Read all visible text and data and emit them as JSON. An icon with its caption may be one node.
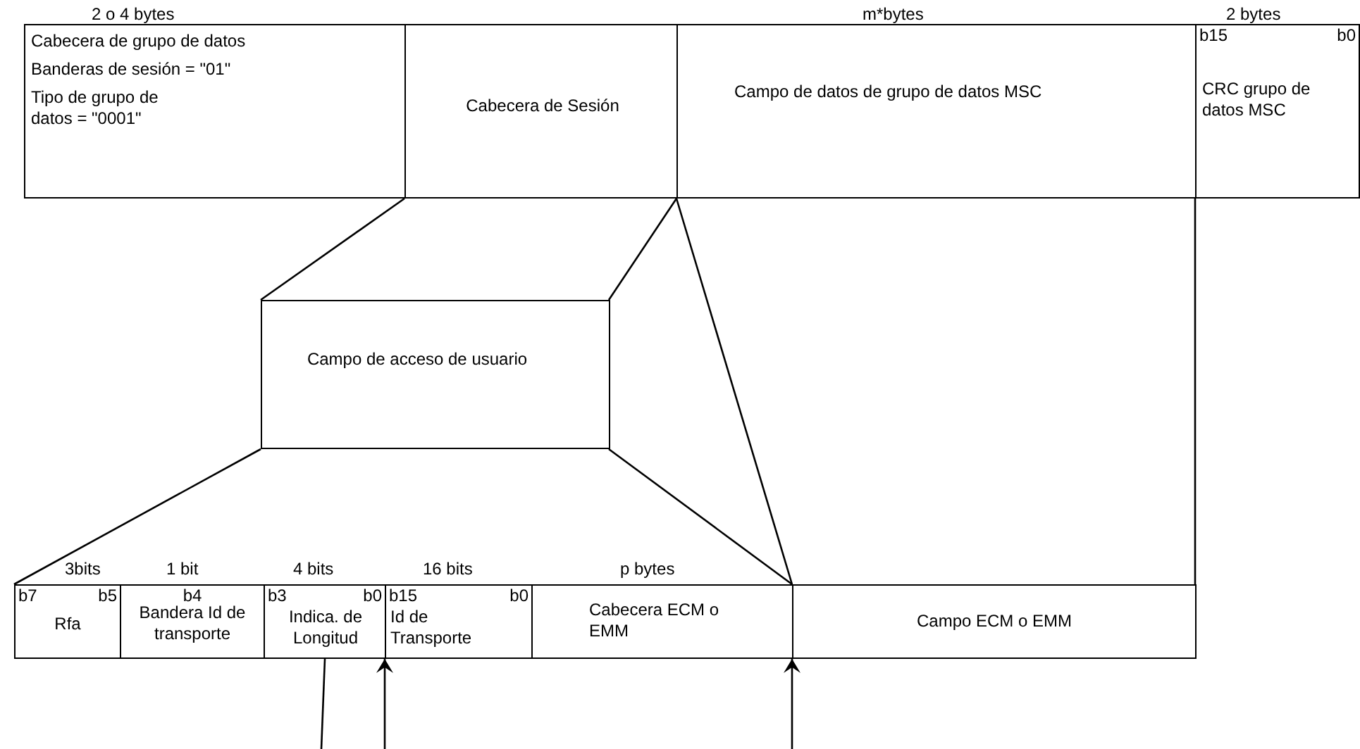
{
  "diagram": {
    "nodes": [
      {
        "text": [
          "Cabecera de grupo de datos",
          "Banderas de sesión = \"01\"",
          "Tipo de grupo de datos = \"0001\""
        ],
        "beside": [
          "2 o 4 bytes"
        ]
      },
      {
        "text": [
          "Cabecera de Sesión"
        ]
      },
      {
        "text": [
          "Campo de datos de grupo de datos MSC"
        ],
        "beside": [
          "m*bytes"
        ]
      },
      {
        "text": [
          "b15",
          "b0",
          "CRC grupo de datos MSC"
        ],
        "beside": [
          "2 bytes"
        ]
      },
      {
        "text": [
          "Campo de acceso de usuario"
        ]
      },
      {
        "text": [
          "b7",
          "b5",
          "Rfa"
        ],
        "beside": [
          "3bits"
        ]
      },
      {
        "text": [
          "b4",
          "Bandera Id de transporte"
        ],
        "beside": [
          "1 bit"
        ]
      },
      {
        "text": [
          "b3",
          "b0",
          "Indica. de Longitud"
        ],
        "beside": [
          "4 bits"
        ]
      },
      {
        "text": [
          "b15",
          "b0",
          "Id de Transporte"
        ],
        "beside": [
          "16 bits"
        ]
      },
      {
        "text": [
          "Cabecera ECM o EMM"
        ],
        "beside": [
          "p bytes"
        ]
      },
      {
        "text": [
          "Campo ECM o EMM"
        ]
      }
    ],
    "edges": [
      {
        "from": 1,
        "to": 4,
        "arrow": "none"
      },
      {
        "from": 1,
        "to": 4,
        "arrow": "none"
      },
      {
        "from": 1,
        "to": 9,
        "arrow": "none"
      },
      {
        "from": 4,
        "to": 5,
        "arrow": "none"
      },
      {
        "from": 4,
        "to": 9,
        "arrow": "none"
      },
      {
        "from": 2,
        "to": 10,
        "arrow": "none"
      },
      {
        "from": 7,
        "to": null,
        "arrow": "none"
      },
      {
        "from": null,
        "to": 8,
        "arrow": "to"
      },
      {
        "from": null,
        "to": 9,
        "arrow": "to"
      }
    ]
  }
}
